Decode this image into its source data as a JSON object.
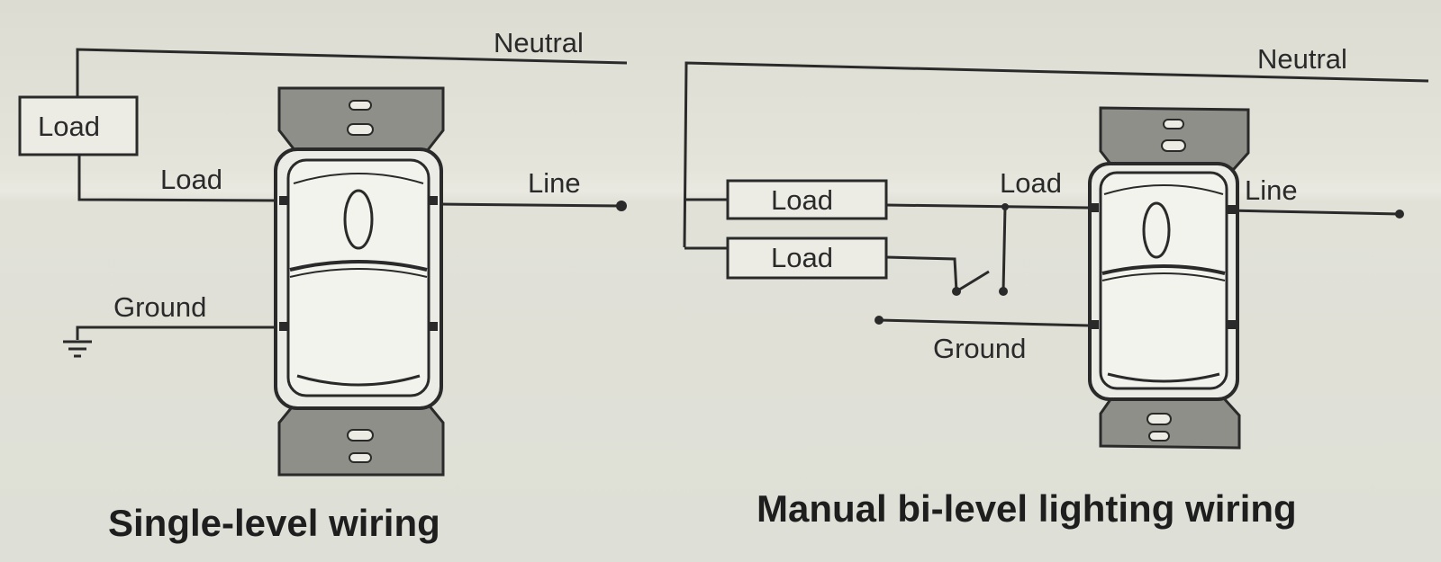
{
  "left_diagram": {
    "neutral_label": "Neutral",
    "load_box_label": "Load",
    "load_wire_label": "Load",
    "line_label": "Line",
    "ground_label": "Ground",
    "caption": "Single-level wiring"
  },
  "right_diagram": {
    "neutral_label": "Neutral",
    "load_box_1_label": "Load",
    "load_box_2_label": "Load",
    "load_wire_label": "Load",
    "line_label": "Line",
    "ground_label": "Ground",
    "caption": "Manual bi-level lighting wiring"
  },
  "colors": {
    "paper": "#e4e4db",
    "ink": "#2a2a2a",
    "plate_shade": "#8f8f8a"
  }
}
